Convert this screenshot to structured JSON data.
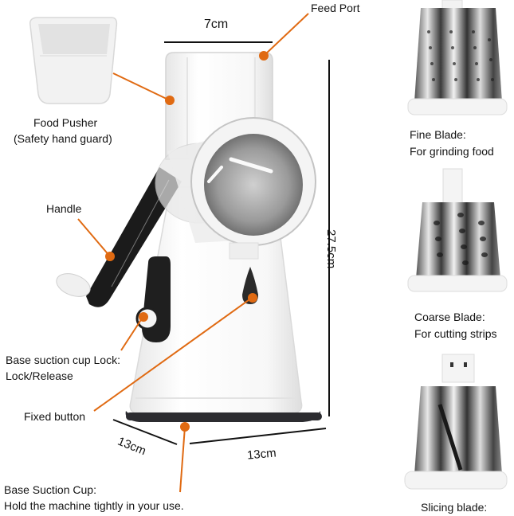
{
  "colors": {
    "accent": "#e06a12",
    "body_white": "#ffffff",
    "handle_black": "#1a1a1a",
    "base_rubber": "#2c2c30",
    "steel": "#b8b8b8"
  },
  "dimensions": {
    "top_width": "7cm",
    "height": "27.5cm",
    "base_depth": "13cm",
    "base_width": "13cm"
  },
  "callouts": {
    "feed_port": "Feed Port",
    "food_pusher": {
      "line1": "Food Pusher",
      "line2": "(Safety hand guard)"
    },
    "handle": "Handle",
    "suction_lock": {
      "line1": "Base suction cup Lock:",
      "line2": "Lock/Release"
    },
    "fixed_button": "Fixed button",
    "base_suction": {
      "line1": "Base Suction Cup:",
      "line2": "Hold the machine tightly in your use."
    }
  },
  "blades": [
    {
      "name": "Fine Blade:",
      "desc": "For grinding food",
      "icon": "fine-grater-drum"
    },
    {
      "name": "Coarse Blade:",
      "desc": "For cutting strips",
      "icon": "coarse-grater-drum"
    },
    {
      "name": "Slicing blade:",
      "desc": "",
      "icon": "slicing-drum"
    }
  ]
}
